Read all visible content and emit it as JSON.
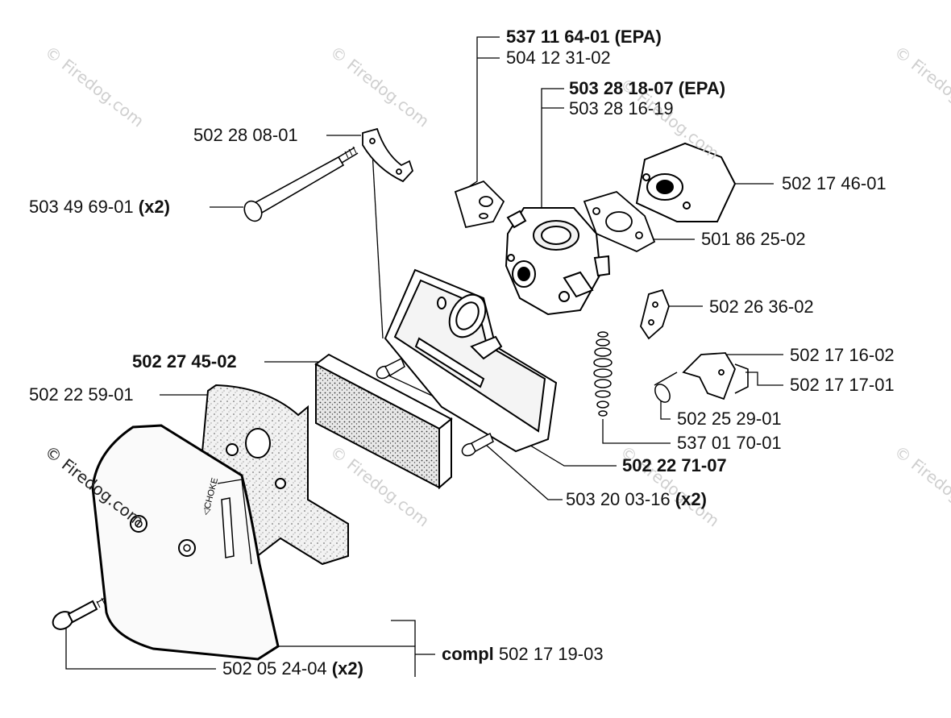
{
  "watermark": "© Firedog.com",
  "labels": {
    "l_537116401": {
      "bold": "537 11 64-01 (EPA)",
      "text": "",
      "suffix": ""
    },
    "l_504123102": {
      "bold": "",
      "text": "504 12 31-02",
      "suffix": ""
    },
    "l_503281807": {
      "bold": "503 28 18-07 (EPA)",
      "text": "",
      "suffix": ""
    },
    "l_503281619": {
      "bold": "",
      "text": "503 28 16-19",
      "suffix": ""
    },
    "l_502280801": {
      "bold": "",
      "text": "502 28 08-01",
      "suffix": ""
    },
    "l_503496901": {
      "bold": "",
      "text": "503 49 69-01 ",
      "suffix": "(x2)"
    },
    "l_502174601": {
      "bold": "",
      "text": "502 17 46-01",
      "suffix": ""
    },
    "l_501862502": {
      "bold": "",
      "text": "501 86 25-02",
      "suffix": ""
    },
    "l_502263602": {
      "bold": "",
      "text": "502 26 36-02",
      "suffix": ""
    },
    "l_502274502": {
      "bold": "502 27 45-02",
      "text": "",
      "suffix": ""
    },
    "l_502171602": {
      "bold": "",
      "text": "502 17 16-02",
      "suffix": ""
    },
    "l_502171701": {
      "bold": "",
      "text": "502 17 17-01",
      "suffix": ""
    },
    "l_502225901": {
      "bold": "",
      "text": "502 22 59-01",
      "suffix": ""
    },
    "l_502252901": {
      "bold": "",
      "text": "502 25 29-01",
      "suffix": ""
    },
    "l_537017001": {
      "bold": "",
      "text": "537 01 70-01",
      "suffix": ""
    },
    "l_502227107": {
      "bold": "502 22 71-07",
      "text": "",
      "suffix": ""
    },
    "l_503200316": {
      "bold": "",
      "text": "503 20 03-16 ",
      "suffix": "(x2)"
    },
    "l_compl": {
      "bold": "compl",
      "text": " 502 17 19-03",
      "suffix": ""
    },
    "l_502052404": {
      "bold": "",
      "text": "502 05 24-04 ",
      "suffix": "(x2)"
    }
  }
}
